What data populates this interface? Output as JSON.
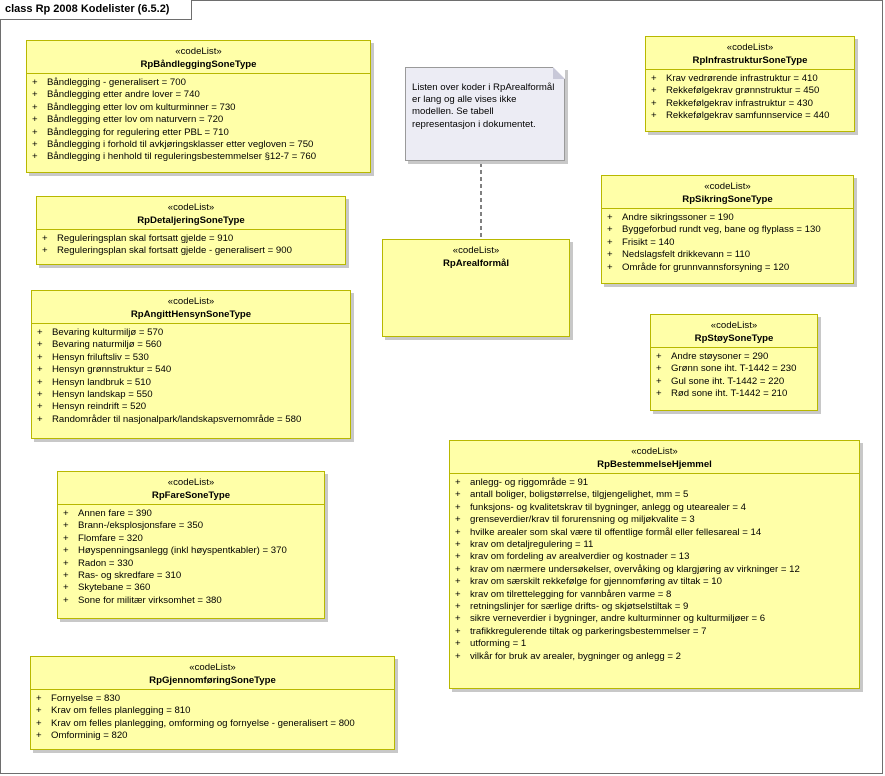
{
  "frame": {
    "title": "class Rp 2008 Kodelister (6.5.2)"
  },
  "note": {
    "text": "Listen over koder i RpArealformål\ner lang og alle vises ikke\nmodellen. Se  tabell\nrepresentasjon i dokumentet."
  },
  "classes": {
    "baandlegging": {
      "stereotype": "«codeList»",
      "name": "RpBåndleggingSoneType",
      "items": [
        "Båndlegging - generalisert = 700",
        "Båndlegging etter andre lover = 740",
        "Båndlegging etter lov om kulturminner = 730",
        "Båndlegging etter lov om naturvern = 720",
        "Båndlegging for regulering etter PBL = 710",
        "Båndlegging i forhold til avkjøringsklasser etter vegloven = 750",
        "Båndlegging i henhold til reguleringsbestemmelser §12-7 = 760"
      ]
    },
    "detaljering": {
      "stereotype": "«codeList»",
      "name": "RpDetaljeringSoneType",
      "items": [
        "Reguleringsplan skal fortsatt gjelde = 910",
        "Reguleringsplan skal fortsatt gjelde - generalisert = 900"
      ]
    },
    "angitthensyn": {
      "stereotype": "«codeList»",
      "name": "RpAngittHensynSoneType",
      "items": [
        "Bevaring kulturmiljø = 570",
        "Bevaring naturmiljø = 560",
        "Hensyn friluftsliv = 530",
        "Hensyn grønnstruktur = 540",
        "Hensyn landbruk = 510",
        "Hensyn landskap = 550",
        "Hensyn reindrift = 520",
        "Randområder til nasjonalpark/landskapsvernområde = 580"
      ]
    },
    "fare": {
      "stereotype": "«codeList»",
      "name": "RpFareSoneType",
      "items": [
        "Annen fare = 390",
        "Brann-/eksplosjonsfare = 350",
        "Flomfare = 320",
        "Høyspenningsanlegg (inkl høyspentkabler) = 370",
        "Radon = 330",
        "Ras- og skredfare = 310",
        "Skytebane = 360",
        "Sone for militær virksomhet = 380"
      ]
    },
    "gjennomforing": {
      "stereotype": "«codeList»",
      "name": "RpGjennomføringSoneType",
      "items": [
        "Fornyelse = 830",
        "Krav om felles planlegging = 810",
        "Krav om felles planlegging, omforming og fornyelse - generalisert = 800",
        "Omforminig = 820"
      ]
    },
    "arealformaal": {
      "stereotype": "«codeList»",
      "name": "RpArealformål",
      "items": []
    },
    "infrastruktur": {
      "stereotype": "«codeList»",
      "name": "RpInfrastrukturSoneType",
      "items": [
        "Krav vedrørende infrastruktur = 410",
        "Rekkefølgekrav grønnstruktur = 450",
        "Rekkefølgekrav infrastruktur = 430",
        "Rekkefølgekrav samfunnservice = 440"
      ]
    },
    "sikring": {
      "stereotype": "«codeList»",
      "name": "RpSikringSoneType",
      "items": [
        "Andre sikringssoner = 190",
        "Byggeforbud rundt veg, bane og flyplass = 130",
        "Frisikt = 140",
        "Nedslagsfelt drikkevann = 110",
        "Område for grunnvannsforsyning = 120"
      ]
    },
    "stoy": {
      "stereotype": "«codeList»",
      "name": "RpStøySoneType",
      "items": [
        "Andre støysoner = 290",
        "Grønn sone iht. T-1442 = 230",
        "Gul sone iht. T-1442 = 220",
        "Rød sone iht. T-1442 = 210"
      ]
    },
    "bestemmelse": {
      "stereotype": "«codeList»",
      "name": "RpBestemmelseHjemmel",
      "items": [
        "anlegg- og riggområde = 91",
        "antall boliger, boligstørrelse, tilgjengelighet, mm  = 5",
        "funksjons- og kvalitetskrav til bygninger, anlegg og utearealer  = 4",
        "grenseverdier/krav til forurensning og miljøkvalite  = 3",
        "hvilke arealer som skal være til offentlige formål eller fellesareal  = 14",
        "krav om detaljregulering   = 11",
        "krav om fordeling av arealverdier og kostnader  = 13",
        "krav om nærmere undersøkelser, overvåking og klargjøring av virkninger  = 12",
        "krav om særskilt rekkefølge for gjennomføring av tiltak  = 10",
        "krav om tilrettelegging for vannbåren varme  = 8",
        "retningslinjer for særlige drifts- og skjøtselstiltak  = 9",
        "sikre verneverdier i bygninger, andre kulturminner og kulturmiljøer  = 6",
        "trafikkregulerende tiltak og parkeringsbestemmelser  = 7",
        "utforming = 1",
        "vilkår for bruk av arealer, bygninger og anlegg = 2"
      ]
    }
  }
}
